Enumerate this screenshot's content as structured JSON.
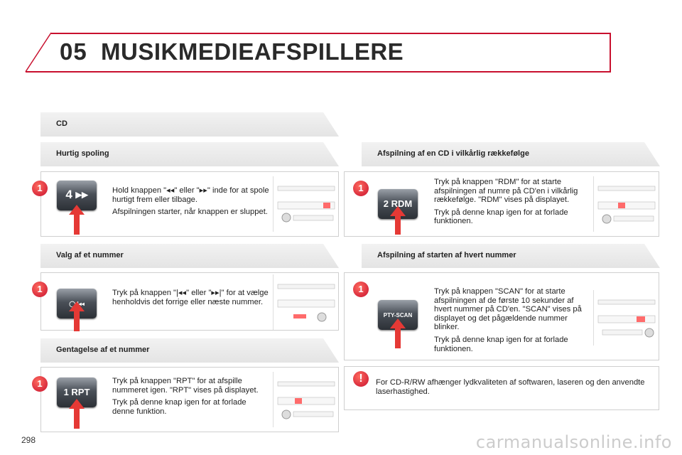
{
  "header": {
    "chapter": "05",
    "title": "MUSIKMEDIEAFSPILLERE",
    "accent_color": "#c8102e"
  },
  "left": {
    "cd_heading": "CD",
    "sections": [
      {
        "heading": "Hurtig spoling",
        "step": "1",
        "button_icon": "fast-forward-4-button",
        "button_label": "4 ▸▸",
        "paragraphs": [
          "Hold knappen \"◂◂\" eller \"▸▸\" inde for at spole hurtigt frem eller tilbage.",
          "Afspilningen starter, når knappen er sluppet."
        ]
      },
      {
        "heading": "Valg af et nummer",
        "step": "1",
        "button_icon": "previous-track-button",
        "button_label": "◯ |◂◂",
        "paragraphs": [
          "Tryk på knappen \"|◂◂\" eller \"▸▸|\" for at vælge henholdvis det forrige eller næste nummer."
        ]
      },
      {
        "heading": "Gentagelse af et nummer",
        "step": "1",
        "button_icon": "rpt-button",
        "button_label": "1 RPT",
        "paragraphs": [
          "Tryk på knappen \"RPT\" for at afspille nummeret igen. \"RPT\" vises på displayet.",
          "Tryk på denne knap igen for at forlade denne funktion."
        ]
      }
    ]
  },
  "right": {
    "sections": [
      {
        "heading": "Afspilning af en CD i vilkårlig rækkefølge",
        "step": "1",
        "button_icon": "rdm-button",
        "button_label": "2 RDM",
        "paragraphs": [
          "Tryk på knappen \"RDM\" for at starte afspilningen af numre på CD'en i vilkårlig rækkefølge. \"RDM\" vises på displayet.",
          "Tryk på denne knap igen for at forlade funktionen."
        ]
      },
      {
        "heading": "Afspilning af starten af hvert nummer",
        "step": "1",
        "button_icon": "pty-scan-button",
        "button_label": "PTY-SCAN",
        "paragraphs": [
          "Tryk på knappen \"SCAN\" for at starte afspilningen af de første 10 sekunder af hvert nummer på CD'en. \"SCAN\" vises på displayet og det pågældende nummer blinker.",
          "Tryk på denne knap igen for at forlade funktionen."
        ]
      }
    ],
    "note": {
      "icon": "!",
      "text": "For CD-R/RW afhænger lydkvaliteten af softwaren, laseren og den anvendte laserhastighed."
    }
  },
  "footer": {
    "page_number": "298",
    "watermark": "carmanualsonline.info"
  }
}
